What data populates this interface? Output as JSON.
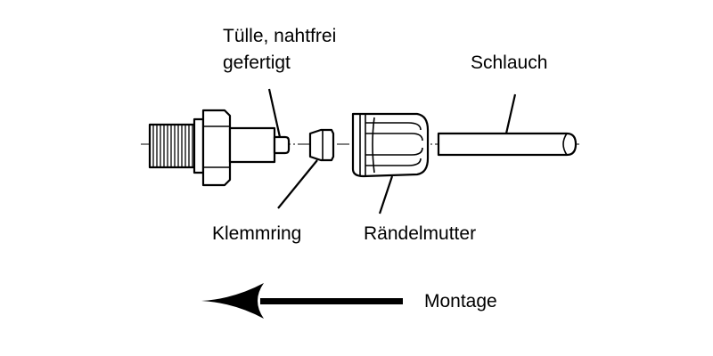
{
  "labels": {
    "tuelle_line1": "Tülle, nahtfrei",
    "tuelle_line2": "gefertigt",
    "schlauch": "Schlauch",
    "klemmring": "Klemmring",
    "raendelmutter": "Rändelmutter",
    "montage": "Montage"
  },
  "colors": {
    "ink": "#000000",
    "background": "#ffffff"
  }
}
